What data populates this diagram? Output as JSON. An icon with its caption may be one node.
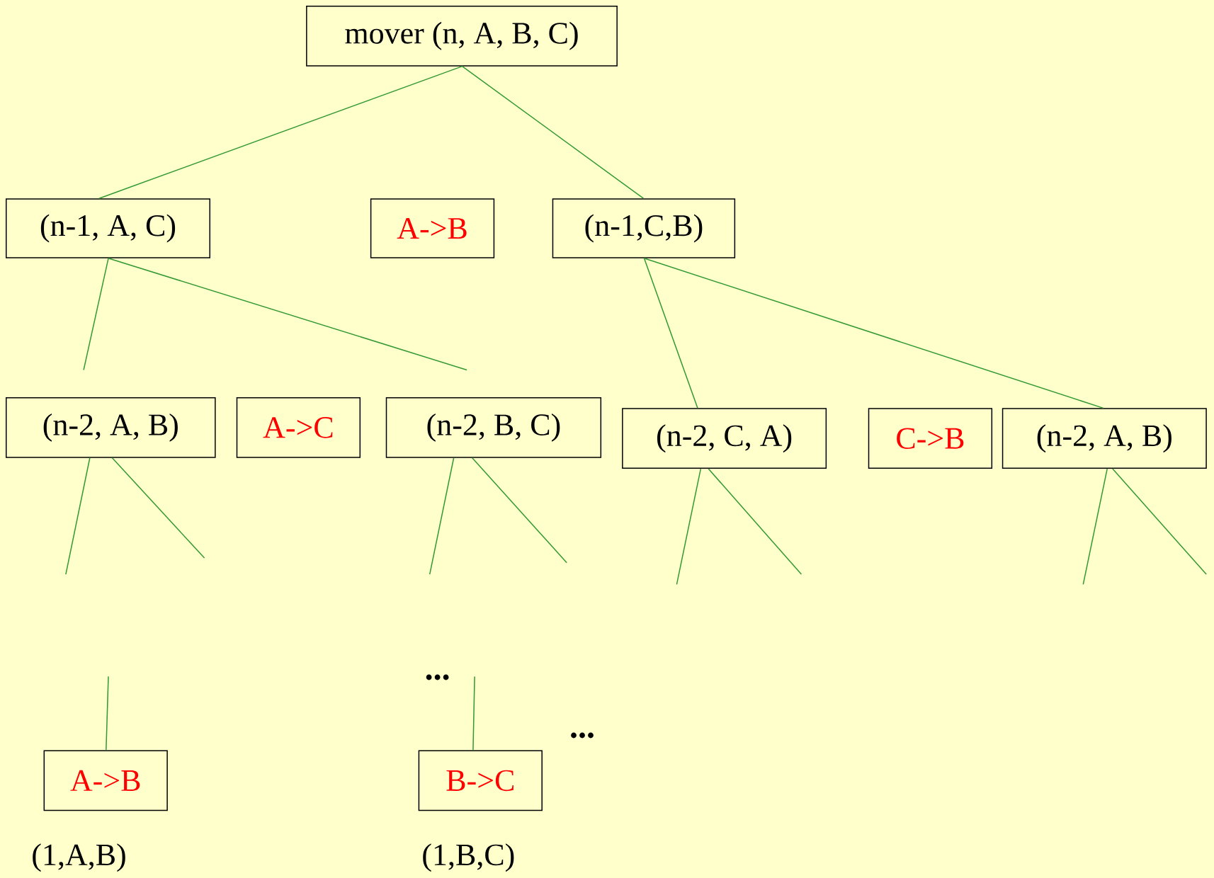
{
  "diagram": {
    "nodes": [
      {
        "text": [
          "mover (n, A, B, C)"
        ]
      },
      {
        "text": [
          "(n-1, A, C)"
        ]
      },
      {
        "text": [
          "A->B"
        ]
      },
      {
        "text": [
          "(n-1,C,B)"
        ]
      },
      {
        "text": [
          "(n-2, A, B)"
        ]
      },
      {
        "text": [
          "A->C"
        ]
      },
      {
        "text": [
          "(n-2, B, C)"
        ]
      },
      {
        "text": [
          "(n-2, C, A)"
        ]
      },
      {
        "text": [
          "C->B"
        ]
      },
      {
        "text": [
          "(n-2, A, B)"
        ]
      },
      {
        "text": [
          "A->B"
        ],
        "beside": [
          "(1,A,B)"
        ]
      },
      {
        "text": [
          "B->C"
        ],
        "beside": [
          "(1,B,C)"
        ]
      }
    ],
    "edges": [
      {
        "from": 0,
        "to": 1,
        "arrow": "none"
      },
      {
        "from": 0,
        "to": 3,
        "arrow": "none"
      },
      {
        "from": 1,
        "to": null,
        "arrow": "none"
      },
      {
        "from": 1,
        "to": null,
        "arrow": "none"
      },
      {
        "from": 3,
        "to": 7,
        "arrow": "none"
      },
      {
        "from": 3,
        "to": 9,
        "arrow": "none"
      },
      {
        "from": 4,
        "to": null,
        "arrow": "none"
      },
      {
        "from": 4,
        "to": null,
        "arrow": "none"
      },
      {
        "from": 6,
        "to": null,
        "arrow": "none"
      },
      {
        "from": 6,
        "to": null,
        "arrow": "none"
      },
      {
        "from": 7,
        "to": null,
        "arrow": "none"
      },
      {
        "from": 7,
        "to": null,
        "arrow": "none"
      },
      {
        "from": 9,
        "to": null,
        "arrow": "none"
      },
      {
        "from": 9,
        "to": null,
        "arrow": "none"
      },
      {
        "from": null,
        "to": 10,
        "arrow": "none"
      },
      {
        "from": null,
        "to": 11,
        "arrow": "none"
      }
    ],
    "labels": [
      "...",
      "..."
    ]
  }
}
